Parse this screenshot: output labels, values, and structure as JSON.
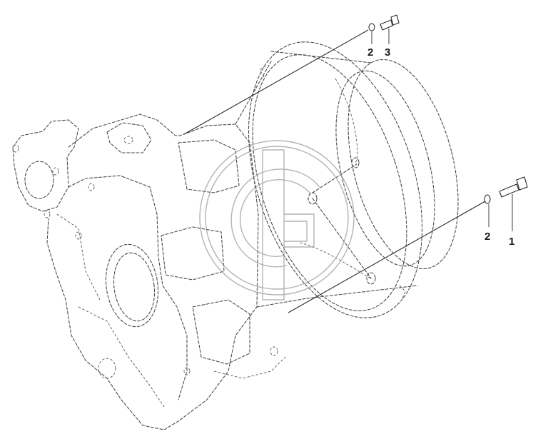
{
  "callouts": {
    "top_washer": "2",
    "top_bolt": "3",
    "right_washer": "2",
    "right_bolt": "1"
  },
  "watermark": {
    "icon": "gear-g-logo-icon",
    "color": "#9a9a9a"
  },
  "colors": {
    "line": "#4a4a4a",
    "background": "#ffffff"
  }
}
